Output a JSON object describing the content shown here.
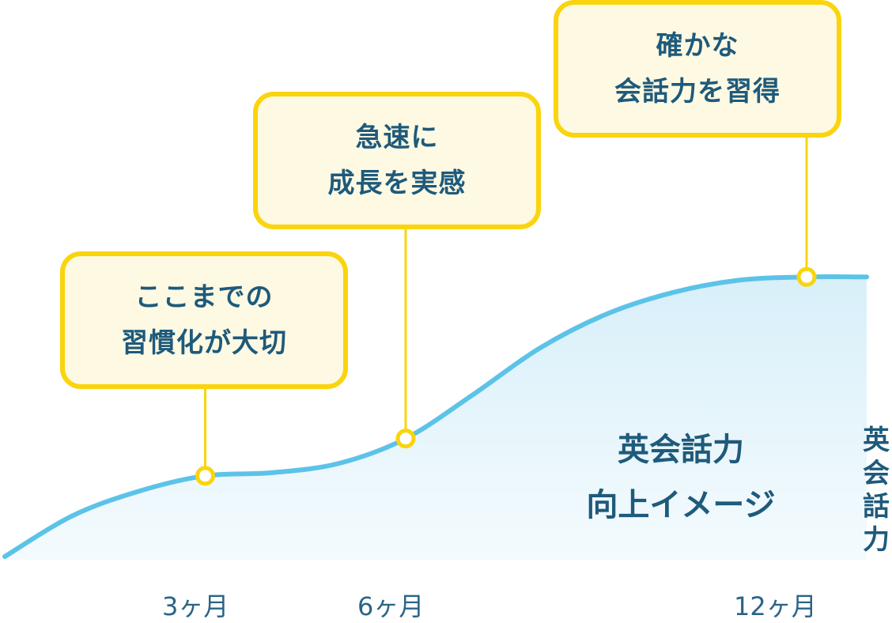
{
  "chart_data": {
    "type": "area",
    "title": "",
    "xlabel": "",
    "ylabel": "英会話力",
    "x_ticks": [
      "3ヶ月",
      "6ヶ月",
      "12ヶ月"
    ],
    "ylim": [
      0,
      100
    ],
    "xlim": [
      0,
      13
    ],
    "series": [
      {
        "x": [
          0,
          1,
          2,
          3,
          4,
          5,
          6,
          7,
          8,
          9,
          10,
          11,
          12,
          12.9
        ],
        "values": [
          0,
          13,
          21,
          26,
          27,
          30,
          38,
          52,
          67,
          78,
          85,
          89,
          90,
          90
        ]
      }
    ],
    "milestones": [
      {
        "x": 3,
        "y": 26,
        "label": [
          "ここまでの",
          "習慣化が大切"
        ]
      },
      {
        "x": 6,
        "y": 38,
        "label": [
          "急速に",
          "成長を実感"
        ]
      },
      {
        "x": 12,
        "y": 90,
        "label": [
          "確かな",
          "会話力を習得"
        ]
      }
    ],
    "center_label": [
      "英会話力",
      "向上イメージ"
    ],
    "colors": {
      "line": "#5cc3e8",
      "fill": "#e5f5fb",
      "callout_border": "#fad40c",
      "callout_bg": "#fdf9e3",
      "text": "#1e5a7b"
    }
  }
}
